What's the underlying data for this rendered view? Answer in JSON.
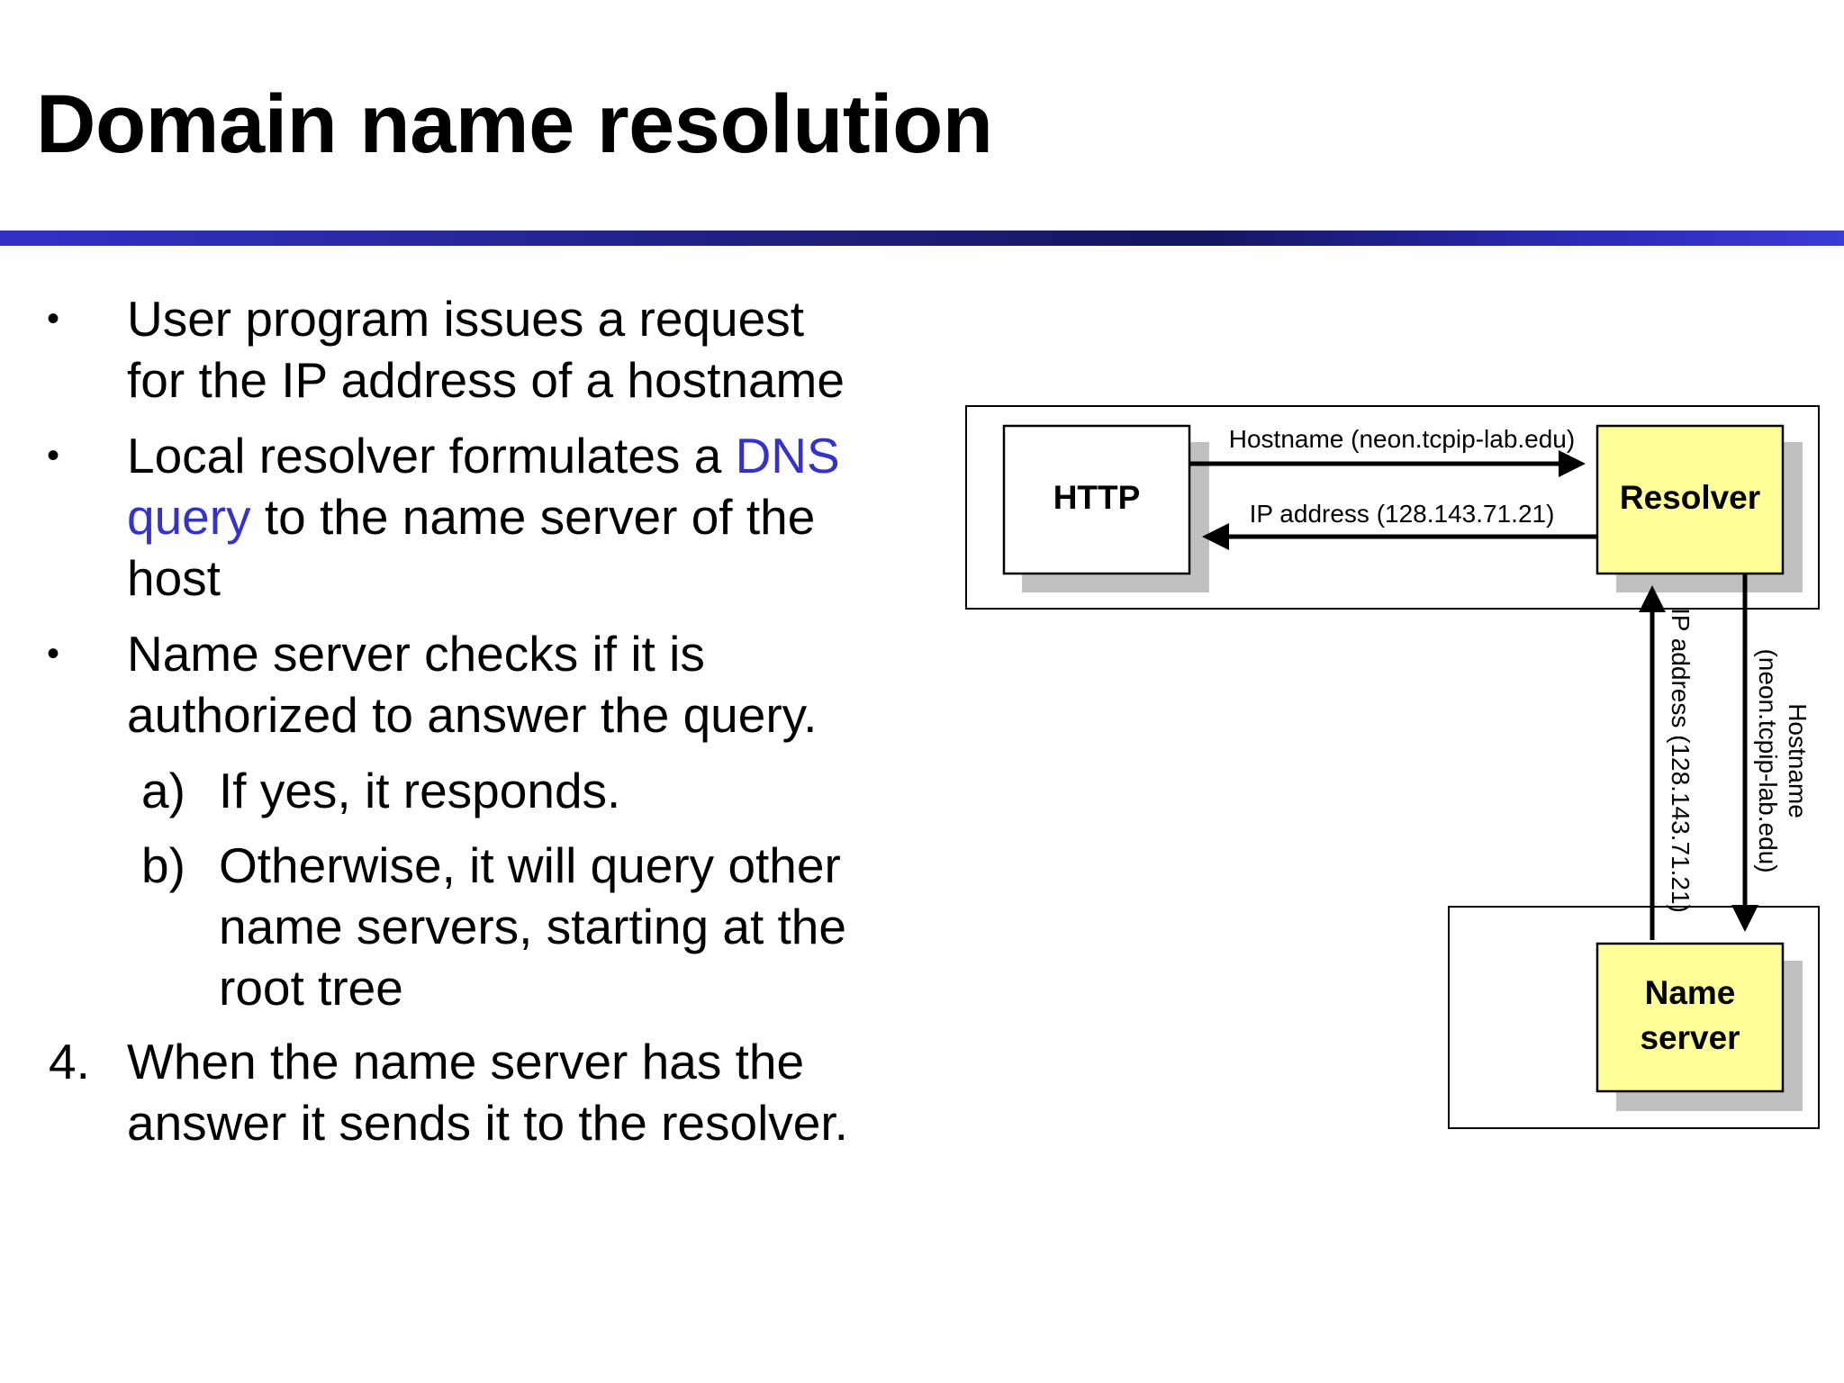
{
  "slide": {
    "title": "Domain name resolution"
  },
  "content": {
    "items": [
      {
        "marker": "•",
        "lines": [
          "User program issues a request",
          "for the IP address of a hostname"
        ]
      },
      {
        "marker": "•",
        "line1_before": "Local resolver formulates a ",
        "line1_highlight": "DNS",
        "line2_highlight": "query",
        "line2_after": " to the name server of the",
        "line3": "host"
      },
      {
        "marker": "•",
        "lines": [
          "Name server checks if it is",
          "authorized to answer the query."
        ]
      },
      {
        "marker": "a)",
        "lines": [
          "If yes, it responds."
        ]
      },
      {
        "marker": "b)",
        "lines": [
          "Otherwise,  it will query other",
          "name servers, starting at the",
          "root tree"
        ]
      },
      {
        "marker": "4.",
        "lines": [
          "When the name server has the",
          "answer it sends it to the resolver."
        ]
      }
    ]
  },
  "diagram": {
    "nodes": {
      "http": "HTTP",
      "resolver": "Resolver",
      "name_server_line1": "Name",
      "name_server_line2": "server"
    },
    "edges": {
      "http_to_resolver": "Hostname (neon.tcpip-lab.edu)",
      "resolver_to_http": "IP address (128.143.71.21)",
      "nameserver_to_resolver": "IP address (128.143.71.21)",
      "resolver_to_nameserver_line1": "Hostname",
      "resolver_to_nameserver_line2": "(neon.tcpip-lab.edu)"
    },
    "colors": {
      "node_fill_yellow": "#ffff99",
      "node_fill_white": "#ffffff",
      "shadow": "#c0c0c0"
    }
  }
}
